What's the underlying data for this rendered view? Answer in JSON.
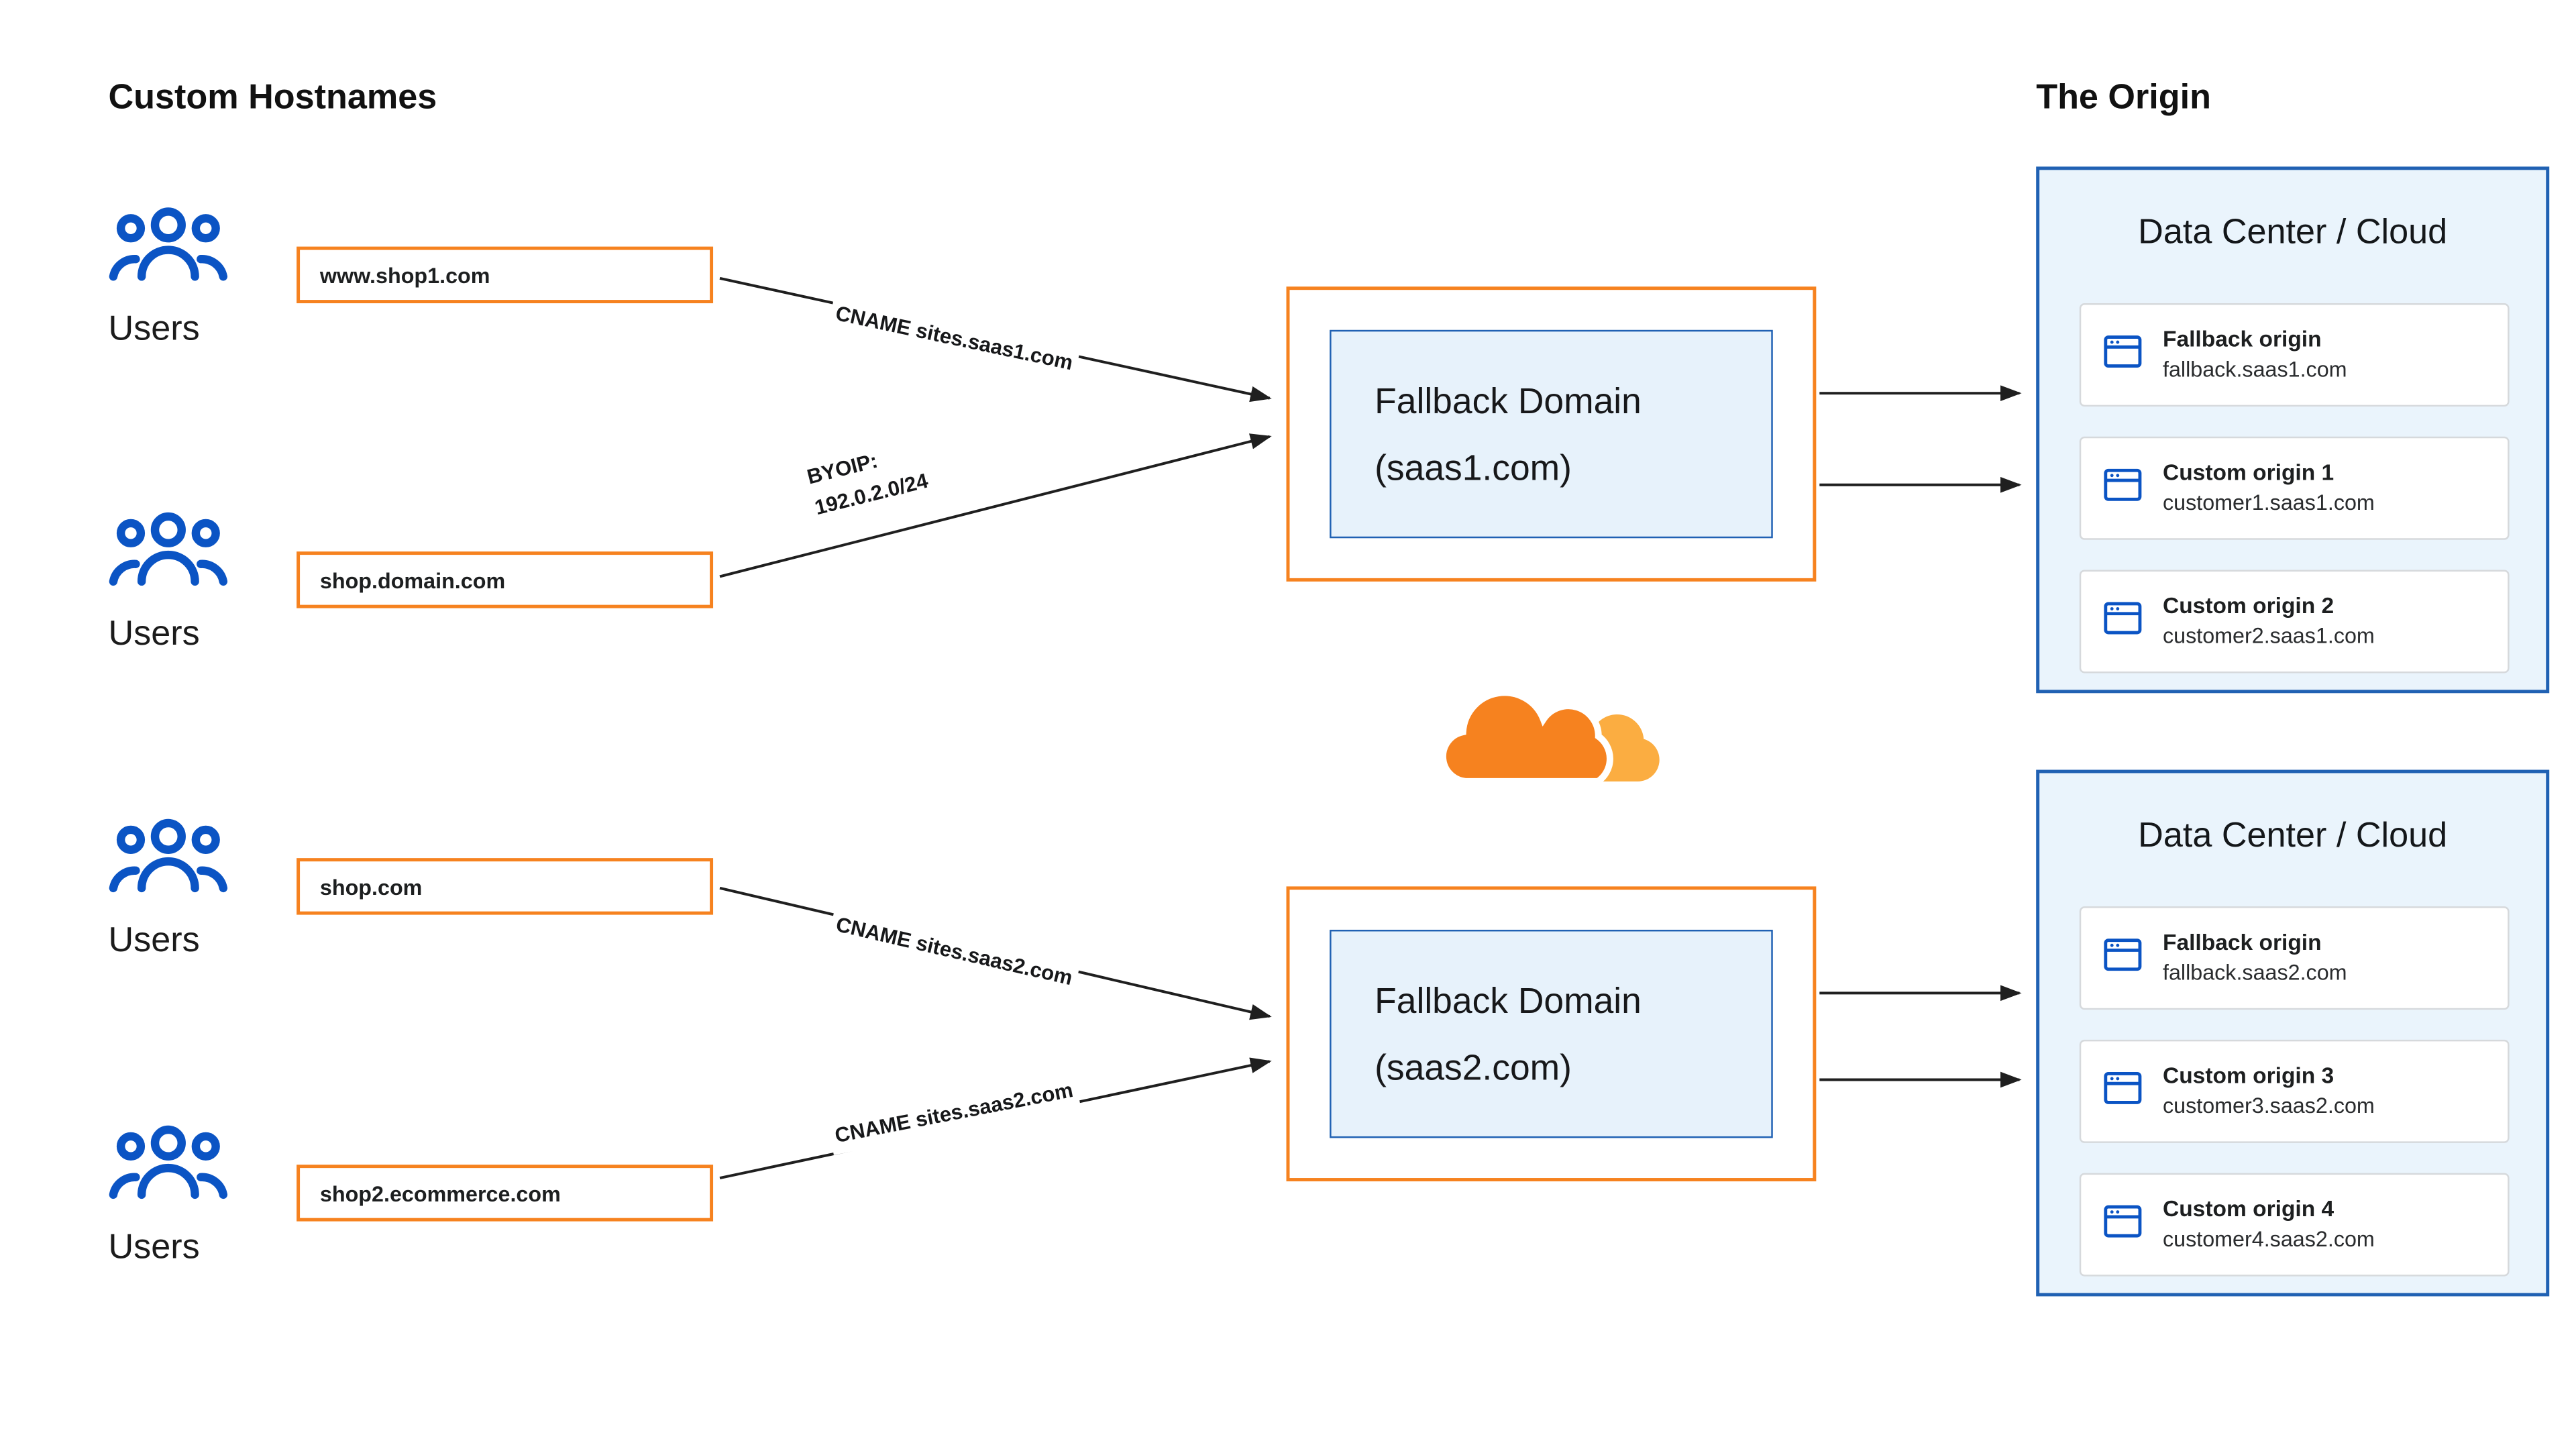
{
  "titles": {
    "custom_hostnames": "Custom Hostnames",
    "the_origin": "The Origin"
  },
  "users_label": "Users",
  "hostnames": [
    "www.shop1.com",
    "shop.domain.com",
    "shop.com",
    "shop2.ecommerce.com"
  ],
  "routing_labels": {
    "cname_saas1": "CNAME sites.saas1.com",
    "byoip": "BYOIP:\n192.0.2.0/24",
    "cname_saas2_a": "CNAME sites.saas2.com",
    "cname_saas2_b": "CNAME sites.saas2.com"
  },
  "fallback_domains": [
    {
      "line1": "Fallback Domain",
      "line2": "(saas1.com)"
    },
    {
      "line1": "Fallback Domain",
      "line2": "(saas2.com)"
    }
  ],
  "data_centers": [
    {
      "title": "Data Center / Cloud",
      "origins": [
        {
          "name": "Fallback origin",
          "host": "fallback.saas1.com"
        },
        {
          "name": "Custom origin 1",
          "host": "customer1.saas1.com"
        },
        {
          "name": "Custom origin 2",
          "host": "customer2.saas1.com"
        }
      ]
    },
    {
      "title": "Data Center / Cloud",
      "origins": [
        {
          "name": "Fallback origin",
          "host": "fallback.saas2.com"
        },
        {
          "name": "Custom origin 3",
          "host": "customer3.saas2.com"
        },
        {
          "name": "Custom origin 4",
          "host": "customer4.saas2.com"
        }
      ]
    }
  ],
  "colors": {
    "orange": "#F6821F",
    "orange_light": "#FBAD41",
    "icon_blue": "#0B54C4",
    "panel_border_blue": "#2061B3",
    "panel_bg": "#EAF4FC",
    "fallback_inner_bg": "#E7F2FB",
    "card_border": "#D6D9DC",
    "text": "#1D1F20"
  }
}
